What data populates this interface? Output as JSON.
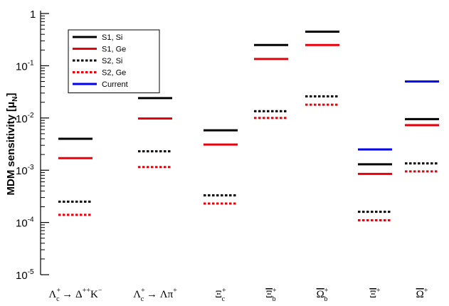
{
  "chart_data": {
    "type": "scatter",
    "ylabel": "MDM sensitivity [μ",
    "ylabel_sub": "N",
    "ylabel_close": "]",
    "yscale": "log",
    "ylim": [
      1e-05,
      1
    ],
    "y_ticks": [
      {
        "value": 1,
        "base": "1",
        "exp": ""
      },
      {
        "value": 0.1,
        "base": "10",
        "exp": "-1"
      },
      {
        "value": 0.01,
        "base": "10",
        "exp": "-2"
      },
      {
        "value": 0.001,
        "base": "10",
        "exp": "-3"
      },
      {
        "value": 0.0001,
        "base": "10",
        "exp": "-4"
      },
      {
        "value": 1e-05,
        "base": "10",
        "exp": "-5"
      }
    ],
    "categories": [
      {
        "base": "Λ",
        "sup": "+",
        "sub": "c",
        "rest": " → Δ",
        "rest_sup": "++",
        "rest2": "K",
        "rest2_sup": "−"
      },
      {
        "base": "Λ",
        "sup": "+",
        "sub": "c",
        "rest": " → Λπ",
        "rest_sup": "+",
        "rest2": "",
        "rest2_sup": ""
      },
      {
        "base": "Ξ",
        "sup": "+",
        "sub": "c",
        "rest": "",
        "rest_sup": "",
        "rest2": "",
        "rest2_sup": ""
      },
      {
        "base": "Ξ",
        "sup": "+",
        "sub": "b",
        "overline": true,
        "rest": "",
        "rest_sup": "",
        "rest2": "",
        "rest2_sup": ""
      },
      {
        "base": "Ω",
        "sup": "+",
        "sub": "b",
        "overline": true,
        "rest": "",
        "rest_sup": "",
        "rest2": "",
        "rest2_sup": ""
      },
      {
        "base": "Ξ",
        "sup": "+",
        "sub": "",
        "overline": true,
        "rest": "",
        "rest_sup": "",
        "rest2": "",
        "rest2_sup": ""
      },
      {
        "base": "Ω",
        "sup": "+",
        "sub": "",
        "overline": true,
        "rest": "",
        "rest_sup": "",
        "rest2": "",
        "rest2_sup": ""
      }
    ],
    "series": [
      {
        "name": "S1, Si",
        "color": "#000000",
        "style": "solid",
        "values": [
          0.004,
          0.024,
          0.0058,
          0.25,
          0.45,
          0.0013,
          0.0095
        ]
      },
      {
        "name": "S1, Ge",
        "color": "#e8000b",
        "style": "solid",
        "values": [
          0.0017,
          0.0098,
          0.0031,
          0.135,
          0.25,
          0.00085,
          0.0073
        ]
      },
      {
        "name": "S2, Si",
        "color": "#000000",
        "style": "dotted",
        "values": [
          0.00025,
          0.0023,
          0.00033,
          0.0135,
          0.026,
          0.00016,
          0.00135
        ]
      },
      {
        "name": "S2, Ge",
        "color": "#e8000b",
        "style": "dotted",
        "values": [
          0.00014,
          0.00115,
          0.00023,
          0.01,
          0.018,
          0.00011,
          0.00095
        ]
      },
      {
        "name": "Current",
        "color": "#0000ff",
        "style": "solid",
        "values": [
          null,
          null,
          null,
          null,
          null,
          0.0025,
          0.05
        ]
      }
    ],
    "legend_position": "top-left",
    "grid": false
  }
}
